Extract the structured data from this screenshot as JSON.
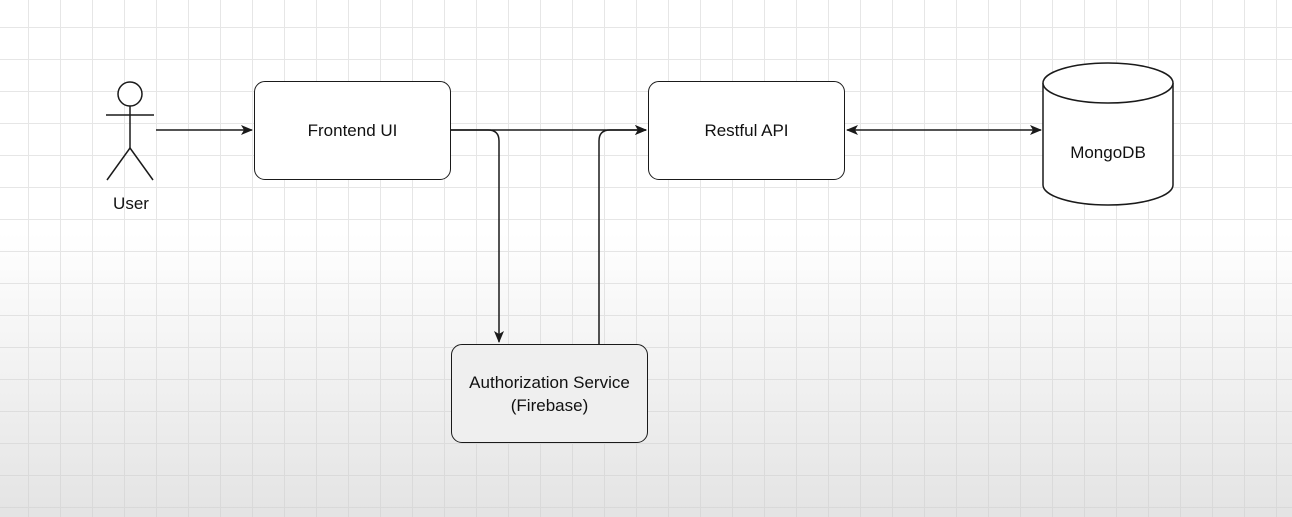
{
  "actor": {
    "label": "User"
  },
  "nodes": {
    "frontend": {
      "label": "Frontend UI"
    },
    "api": {
      "label": "Restful API"
    },
    "auth": {
      "line1": "Authorization Service",
      "line2": "(Firebase)"
    },
    "database": {
      "label": "MongoDB"
    }
  },
  "edges": [
    {
      "from": "User",
      "to": "Frontend UI",
      "direction": "forward"
    },
    {
      "from": "Frontend UI",
      "to": "Restful API",
      "direction": "forward"
    },
    {
      "from": "Frontend UI",
      "to": "Authorization Service",
      "direction": "forward"
    },
    {
      "from": "Authorization Service",
      "to": "Restful API",
      "direction": "forward"
    },
    {
      "from": "Restful API",
      "to": "MongoDB",
      "direction": "bidirectional"
    }
  ],
  "colors": {
    "stroke": "#1a1a1a",
    "node_fill": "#ffffff",
    "auth_fill": "#efefef",
    "grid": "#e6e6e6"
  }
}
